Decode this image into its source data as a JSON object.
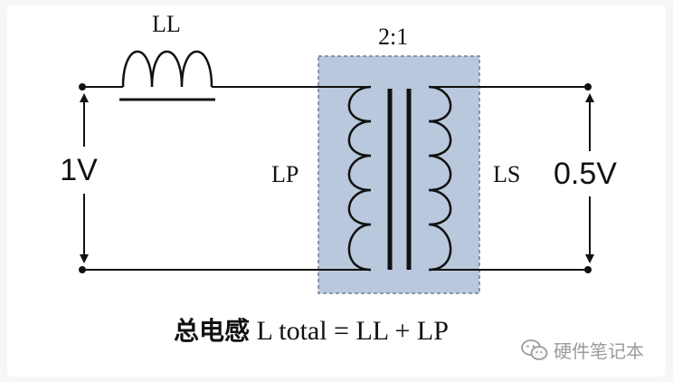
{
  "diagram": {
    "ll_label": "LL",
    "ratio_label": "2:1",
    "lp_label": "LP",
    "ls_label": "LS",
    "input_voltage": "1V",
    "output_voltage": "0.5V",
    "formula_cjk": "总电感",
    "formula_expr": "L total = LL + LP"
  },
  "watermark": {
    "text": "硬件笔记本",
    "icon": "wechat-icon"
  },
  "colors": {
    "core_fill": "#b9c8dc",
    "core_border": "#6f7f96",
    "wire": "#111111"
  }
}
